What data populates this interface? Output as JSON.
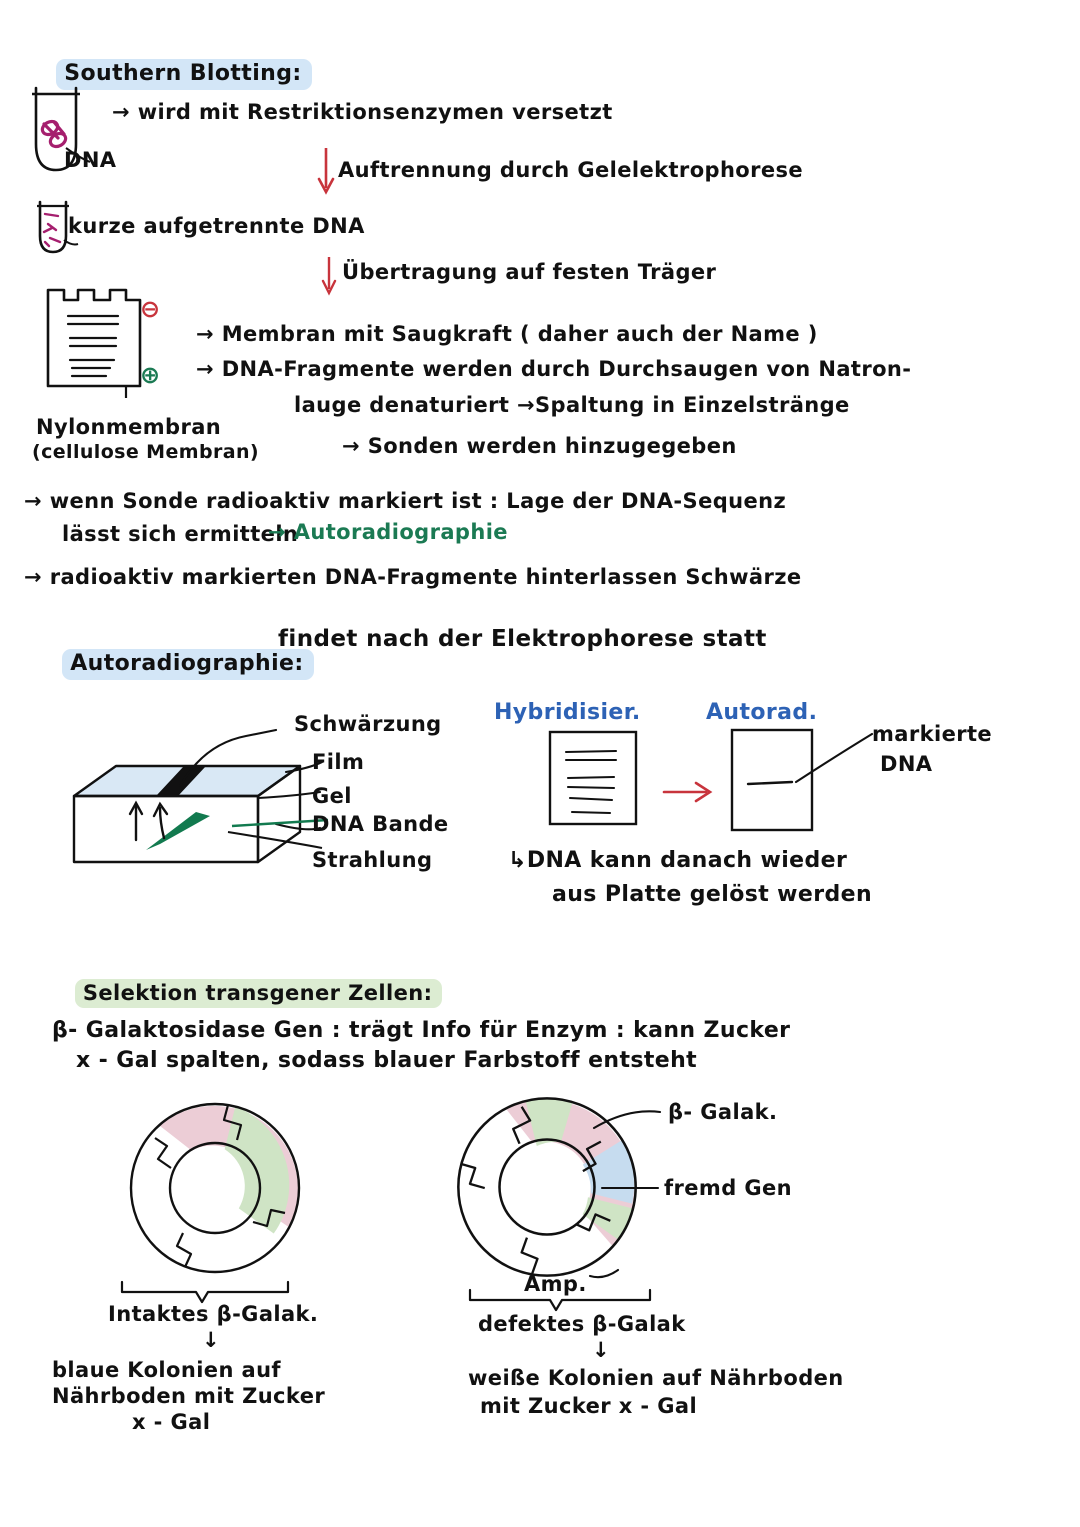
{
  "page": {
    "background": "#ffffff",
    "ink": "#111111",
    "accents": {
      "highlight_blue": "#d3e6f7",
      "highlight_green": "#dcecd2",
      "green_ink": "#1b7a53",
      "blue_ink": "#2d62b5",
      "red_ink": "#c8343c",
      "plasmid_pink": "#eccdd6",
      "plasmid_green": "#cfe4c5",
      "plasmid_blue": "#c6dcef",
      "dna_magenta": "#a51f6e",
      "gel_blue": "#d9e8f5"
    }
  },
  "southern": {
    "heading": "Southern Blotting:",
    "tube1_label": "DNA",
    "line1": "→ wird mit Restriktionsenzymen versetzt",
    "arrow1_label": "Auftrennung durch Gelelektrophorese",
    "line2": "kurze aufgetrennte DNA",
    "arrow2_label": "Übertragung auf festen Träger",
    "membrane": {
      "minus": "⊖",
      "plus": "⊕",
      "caption1": "Nylonmembran",
      "caption2": "(cellulose Membran)"
    },
    "bullets": [
      "→ Membran mit Saugkraft ( daher auch der Name )",
      "→ DNA-Fragmente werden durch Durchsaugen von Natron-",
      "lauge denaturiert →Spaltung in Einzelstränge",
      "→ Sonden werden hinzugegeben"
    ],
    "note1_a": "→ wenn Sonde radioaktiv markiert ist : Lage der DNA-Sequenz",
    "note1_b": "lässt sich ermitteln",
    "note1_c": "→ Autoradiographie",
    "note2": "→ radioaktiv markierten DNA-Fragmente hinterlassen Schwärze"
  },
  "autoradiographie": {
    "heading": "Autoradiographie:",
    "heading_rest": "findet nach der Elektrophorese statt",
    "box_labels": [
      "Schwärzung",
      "Film",
      "Gel",
      "DNA Bande",
      "Strahlung"
    ],
    "hybrid_label": "Hybridisier.",
    "autorad_label": "Autorad.",
    "marked_dna_a": "markierte",
    "marked_dna_b": "DNA",
    "bottom_note_a": "↳DNA kann danach wieder",
    "bottom_note_b": "aus Platte gelöst werden"
  },
  "selektion": {
    "heading": "Selektion transgener Zellen:",
    "intro_a": "β- Galaktosidase Gen : trägt Info für Enzym : kann Zucker",
    "intro_b": "x - Gal spalten, sodass blauer Farbstoff entsteht",
    "plasmid_right_labels": {
      "beta_gal": "β- Galak.",
      "foreign_gene": "fremd Gen",
      "amp": "Amp."
    },
    "left_caption": {
      "title": "Intaktes β-Galak.",
      "arrow": "↓",
      "line1": "blaue Kolonien auf",
      "line2": "Nährboden mit Zucker",
      "line3": "x - Gal"
    },
    "right_caption": {
      "title": "defektes β-Galak",
      "arrow": "↓",
      "line1": "weiße Kolonien auf Nährboden",
      "line2": "mit Zucker x - Gal"
    }
  }
}
